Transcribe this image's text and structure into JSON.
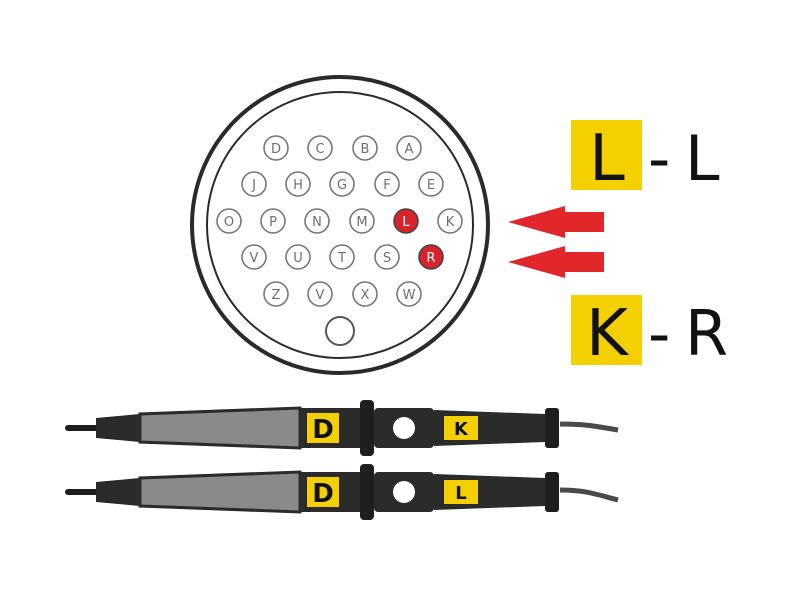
{
  "connector": {
    "pins": [
      {
        "label": "D",
        "highlight": false
      },
      {
        "label": "C",
        "highlight": false
      },
      {
        "label": "B",
        "highlight": false
      },
      {
        "label": "A",
        "highlight": false
      },
      {
        "label": "J",
        "highlight": false
      },
      {
        "label": "H",
        "highlight": false
      },
      {
        "label": "G",
        "highlight": false
      },
      {
        "label": "F",
        "highlight": false
      },
      {
        "label": "E",
        "highlight": false
      },
      {
        "label": "O",
        "highlight": false
      },
      {
        "label": "P",
        "highlight": false
      },
      {
        "label": "N",
        "highlight": false
      },
      {
        "label": "M",
        "highlight": false
      },
      {
        "label": "L",
        "highlight": true
      },
      {
        "label": "K",
        "highlight": false
      },
      {
        "label": "V",
        "highlight": false
      },
      {
        "label": "U",
        "highlight": false
      },
      {
        "label": "T",
        "highlight": false
      },
      {
        "label": "S",
        "highlight": false
      },
      {
        "label": "R",
        "highlight": true
      },
      {
        "label": "Z",
        "highlight": false
      },
      {
        "label": "V",
        "highlight": false
      },
      {
        "label": "X",
        "highlight": false
      },
      {
        "label": "W",
        "highlight": false
      }
    ]
  },
  "mapping": [
    {
      "probe": "L",
      "separator": "-",
      "pin": "L"
    },
    {
      "probe": "K",
      "separator": "-",
      "pin": "R"
    }
  ],
  "probes": [
    {
      "tip_label": "D",
      "tag_label": "K"
    },
    {
      "tip_label": "D",
      "tag_label": "L"
    }
  ],
  "colors": {
    "highlight_red": "#d8232a",
    "arrow_red": "#e1262c",
    "label_yellow": "#f5d000",
    "probe_dark": "#2b2b2b",
    "probe_grey": "#8a8a8a"
  },
  "icons": {
    "arrow": "arrow-left-icon"
  }
}
